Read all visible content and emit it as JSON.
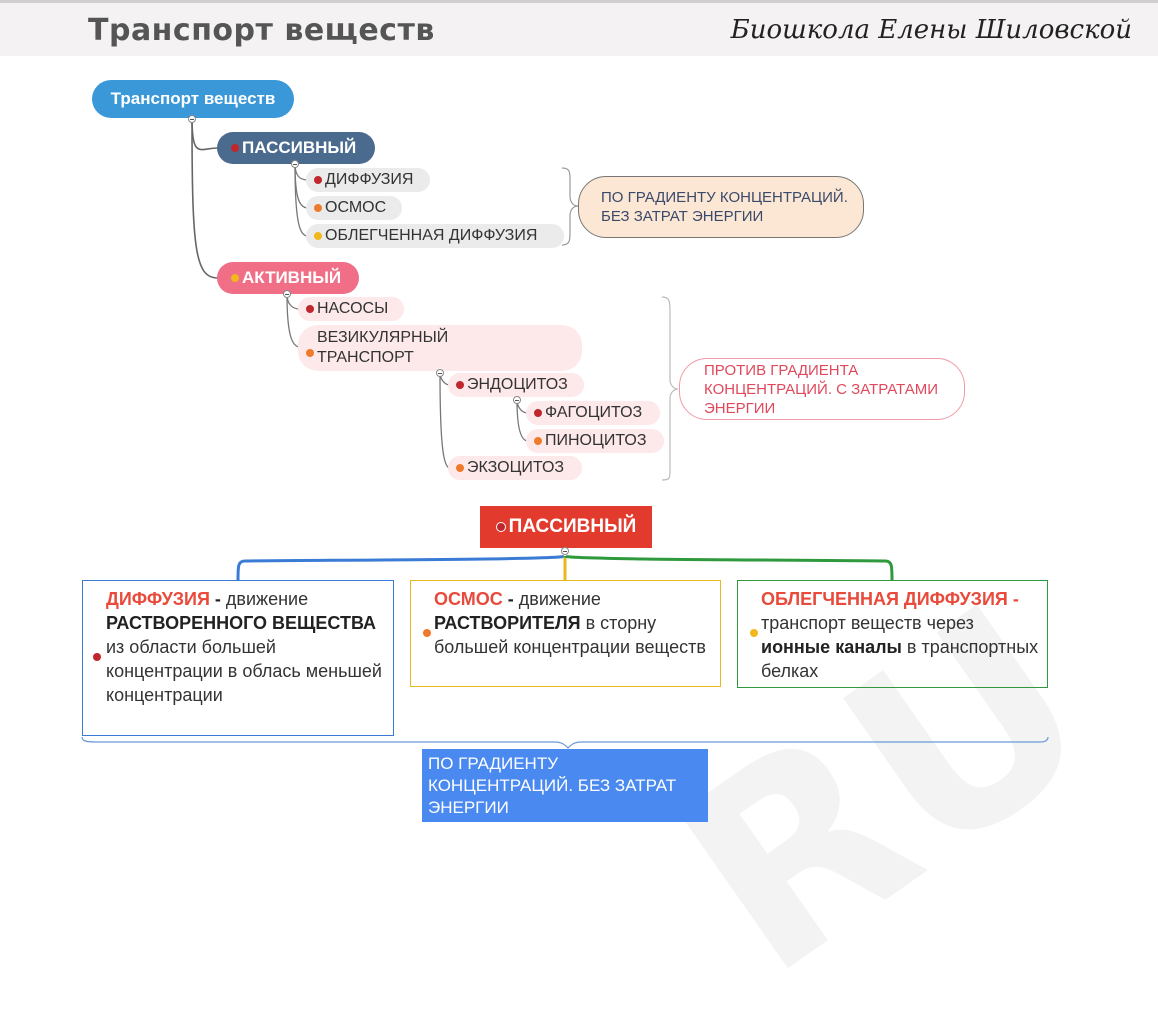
{
  "header": {
    "title": "Транспорт веществ",
    "brand": "Биошкола Елены Шиловской"
  },
  "mindmap": {
    "root": "Транспорт веществ",
    "passive": {
      "label": "ПАССИВНЫЙ",
      "items": [
        "ДИФФУЗИЯ",
        "ОСМОС",
        "ОБЛЕГЧЕННАЯ ДИФФУЗИЯ"
      ],
      "note": "ПО ГРАДИЕНТУ КОНЦЕНТРАЦИЙ. БЕЗ ЗАТРАТ ЭНЕРГИИ"
    },
    "active": {
      "label": "АКТИВНЫЙ",
      "pumps": "НАСОСЫ",
      "vesicular_line1": "ВЕЗИКУЛЯРНЫЙ",
      "vesicular_line2": "ТРАНСПОРТ",
      "endocytosis": "ЭНДОЦИТОЗ",
      "phagocytosis": "ФАГОЦИТОЗ",
      "pinocytosis": "ПИНОЦИТОЗ",
      "exocytosis": "ЭКЗОЦИТОЗ",
      "note": "ПРОТИВ ГРАДИЕНТА КОНЦЕНТРАЦИЙ. С ЗАТРАТАМИ ЭНЕРГИИ"
    }
  },
  "detail": {
    "title": "ПАССИВНЫЙ",
    "diffusion": {
      "term": "ДИФФУЗИЯ",
      "sep": " - ",
      "t1": "движение ",
      "bold": "РАСТВОРЕННОГО ВЕЩЕСТВА",
      "t2": " из области большей концентрации в облась меньшей концентрации"
    },
    "osmosis": {
      "term": "ОСМОС",
      "sep": " - ",
      "t1": "движение ",
      "bold": "РАСТВОРИТЕЛЯ",
      "t2": " в сторну большей концентрации веществ"
    },
    "facilitated": {
      "term": "ОБЛЕГЧЕННАЯ ДИФФУЗИЯ",
      "sep": " - ",
      "t1": "транспорт веществ через ",
      "bold": "ионные каналы",
      "t2": " в транспортных белках"
    },
    "summary": "ПО ГРАДИЕНТУ КОНЦЕНТРАЦИЙ. БЕЗ ЗАТРАТ ЭНЕРГИИ"
  },
  "colors": {
    "root": "#3a98d8",
    "passive": "#4b6b8e",
    "active": "#f06f87",
    "detail_title": "#e23b2e",
    "summary": "#4a8af0"
  }
}
